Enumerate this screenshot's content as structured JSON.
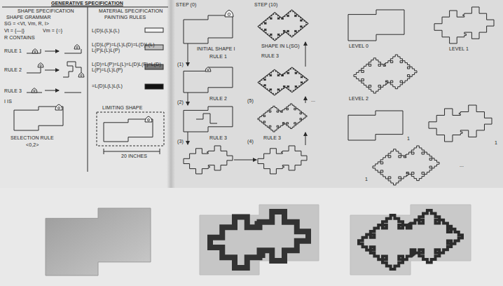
{
  "diagram": {
    "title": "GENERATIVE SPECIFICATION",
    "labels": [
      "SHAPE SPECIFICATION",
      "MATERIAL SPECIFICATION",
      "SHAPE GRAMMAR",
      "SG = <Vt, Vm, R, I>",
      "Vt = {—|}",
      "Vm = {○}",
      "R CONTAINS",
      "RULE 1",
      "RULE 2",
      "RULE 3",
      "I IS",
      "SELECTION RULE",
      "<0,2>",
      "PAINTING RULES",
      "L(D)L(L)L(L)",
      "L(D)L(P)=L(L)L(D)=L(D)L(L) L(P)L(L)L(P)",
      "L(D)=L(P)=L(L)=L(D)L(P)=L(D) L(P)=L(L)L(P)",
      "=L(D)L(L)L(L)",
      "LIMITING SHAPE",
      "20 INCHES",
      "STEP (0)",
      "STEP (10)",
      "INITIAL SHAPE I",
      "RULE 1",
      "(1)",
      "RULE 2",
      "(2)",
      "RULE 3",
      "(3)",
      "(4)",
      "RULE 3",
      "(5)",
      "...",
      "RULE 3",
      "SHAPE IN L(SG)",
      "LEVEL 0",
      "LEVEL 1",
      "LEVEL 2",
      "1",
      "1",
      "1",
      "..."
    ]
  }
}
